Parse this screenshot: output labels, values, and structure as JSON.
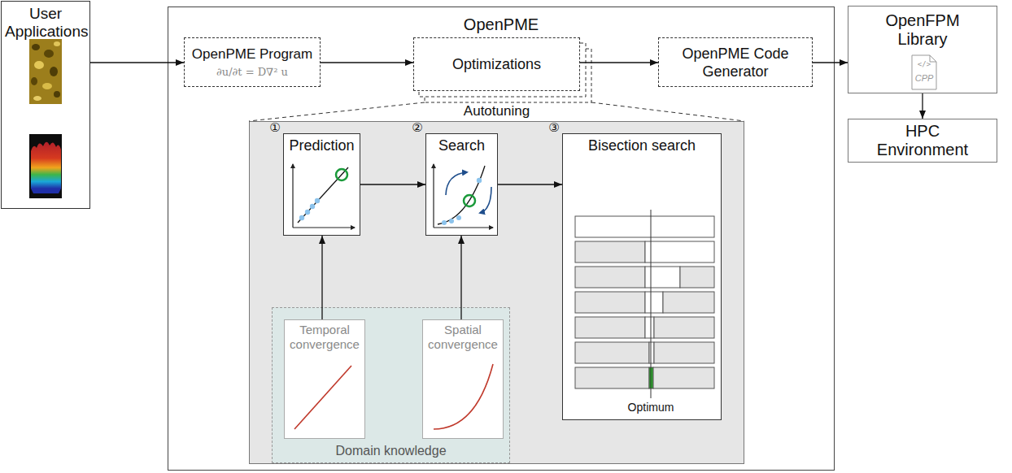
{
  "diagram": {
    "nodes": [
      {
        "text": [
          "User Applications"
        ]
      },
      {
        "text": [
          "OpenPME"
        ]
      },
      {
        "text": [
          "OpenPME Program",
          "∂u/∂t = D∇² u"
        ],
        "in": 1
      },
      {
        "text": [
          "Optimizations"
        ],
        "in": 1
      },
      {
        "text": [
          "OpenPME Code Generator"
        ],
        "in": 1
      },
      {
        "text": [
          "Autotuning"
        ],
        "in": 1
      },
      {
        "text": [
          "Prediction"
        ],
        "in": 5
      },
      {
        "text": [
          "Search"
        ],
        "in": 5
      },
      {
        "text": [
          "Bisection search"
        ],
        "in": 5
      },
      {
        "text": [
          "Domain knowledge"
        ],
        "in": 5
      },
      {
        "text": [
          "Temporal convergence"
        ],
        "in": 9
      },
      {
        "text": [
          "Spatial convergence"
        ],
        "in": 9
      },
      {
        "text": [
          "OpenFPM Library"
        ]
      },
      {
        "text": [
          "HPC Environment"
        ]
      }
    ],
    "edges": [
      {
        "from": 0,
        "to": 2,
        "arrow": "to"
      },
      {
        "from": 2,
        "to": 3,
        "arrow": "to"
      },
      {
        "from": 3,
        "to": 4,
        "arrow": "to"
      },
      {
        "from": 4,
        "to": 12,
        "arrow": "to"
      },
      {
        "from": 12,
        "to": 13,
        "arrow": "to"
      },
      {
        "from": 6,
        "to": 7,
        "arrow": "to"
      },
      {
        "from": 7,
        "to": 8,
        "arrow": "to"
      },
      {
        "from": 10,
        "to": 6,
        "arrow": "to"
      },
      {
        "from": 11,
        "to": 7,
        "arrow": "to"
      }
    ],
    "labels": [
      "①",
      "②",
      "③",
      "Optimum",
      "</>",
      "CPP"
    ]
  }
}
